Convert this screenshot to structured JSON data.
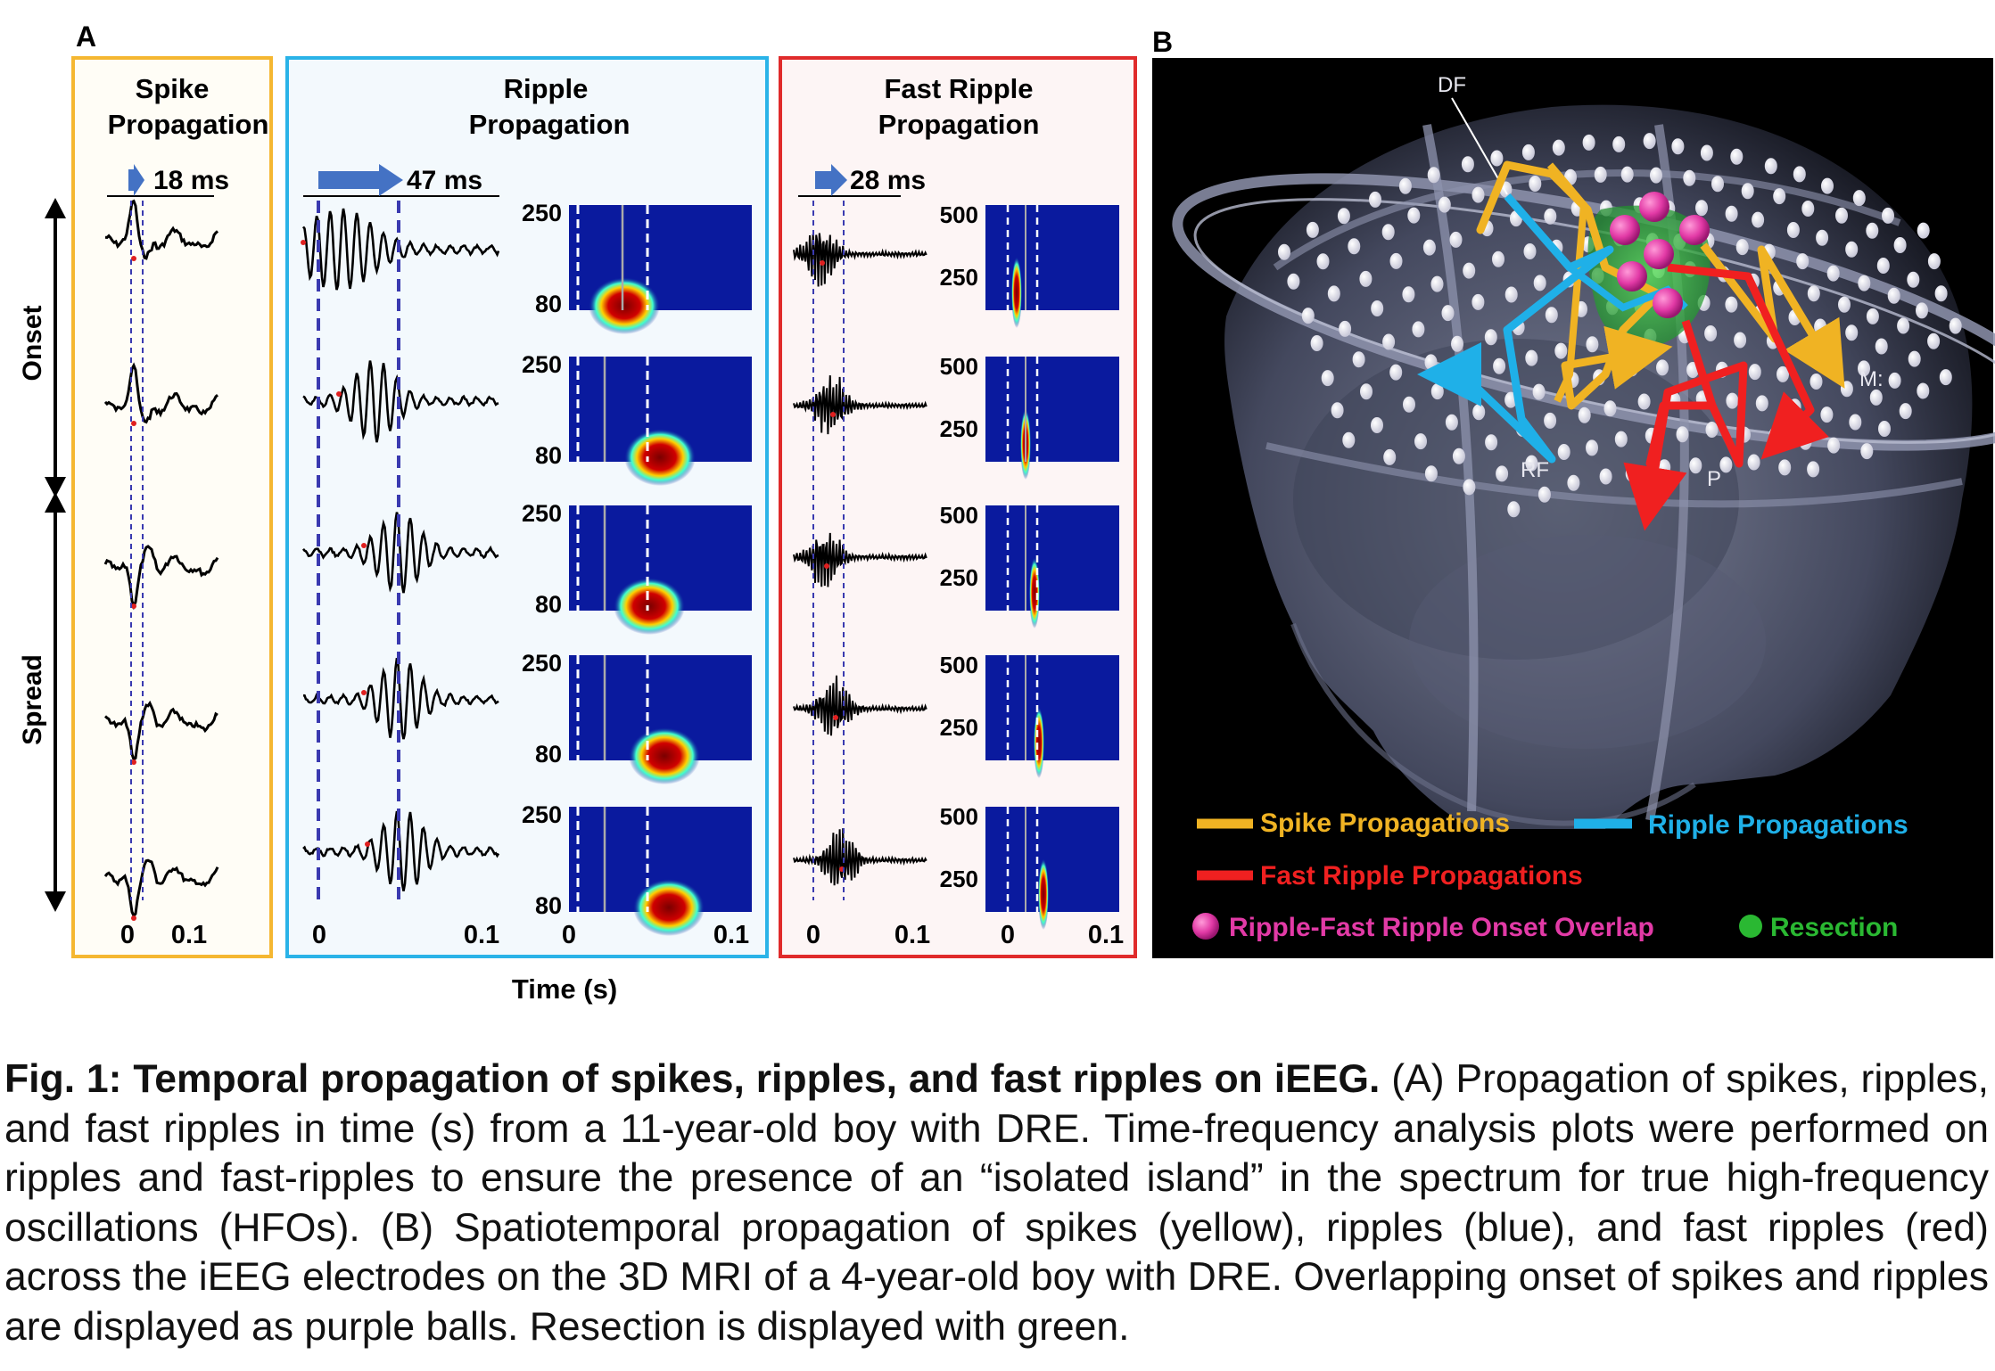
{
  "figure": {
    "panel_a_label": "A",
    "panel_b_label": "B",
    "spike_panel": {
      "title_line1": "Spike",
      "title_line2": "Propagation",
      "delay": "18 ms",
      "xticks": [
        "0",
        "0.1"
      ]
    },
    "ripple_panel": {
      "title_line1": "Ripple",
      "title_line2": "Propagation",
      "delay": "47 ms",
      "xticks": [
        "0",
        "0.1"
      ],
      "tf_xticks": [
        "0",
        "0.1"
      ],
      "freq_labels": [
        [
          "250",
          "80"
        ],
        [
          "250",
          "80"
        ],
        [
          "250",
          "80"
        ],
        [
          "250",
          "80"
        ],
        [
          "250",
          "80"
        ]
      ]
    },
    "fast_ripple_panel": {
      "title_line1": "Fast Ripple",
      "title_line2": "Propagation",
      "delay": "28 ms",
      "xticks": [
        "0",
        "0.1"
      ],
      "tf_xticks": [
        "0",
        "0.1"
      ],
      "freq_labels": [
        "500",
        "250",
        "500",
        "250",
        "500",
        "250",
        "500",
        "250",
        "500",
        "250",
        "500",
        "250"
      ]
    },
    "y_labels": {
      "onset": "Onset",
      "spread": "Spread"
    },
    "x_axis_label": "Time (s)",
    "brain": {
      "electrode_labels": [
        "DF",
        "M:",
        "RF",
        "P"
      ],
      "legend": [
        {
          "label": "Spike Propagations",
          "color": "#f0b323"
        },
        {
          "label": "Ripple Propagations",
          "color": "#1fb0e8"
        },
        {
          "label": "Fast Ripple Propagations",
          "color": "#f02020"
        },
        {
          "label": "Ripple-Fast Ripple Onset Overlap",
          "color": "#e23aa6"
        },
        {
          "label": "Resection",
          "color": "#2ab832"
        }
      ]
    },
    "colors": {
      "spike_border": "#f5b731",
      "ripple_border": "#2ab3e8",
      "fast_border": "#e02b2b",
      "dash": "#3a3ab0",
      "tf_bg": "#0a1a9e",
      "tf_hot": "#8a0000"
    }
  },
  "caption": {
    "bold": "Fig. 1: Temporal propagation of spikes, ripples, and fast ripples on iEEG.",
    "text": " (A) Propagation of spikes, ripples, and fast ripples in time (s) from a 11-year-old boy with DRE. Time-frequency analysis plots were performed on ripples and fast-ripples to ensure the presence of an “isolated island” in the spectrum for true high-frequency oscillations (HFOs). (B) Spatiotemporal propagation of spikes (yellow), ripples (blue), and fast ripples (red) across the iEEG electrodes on the 3D MRI of a 4-year-old boy with DRE. Overlapping onset of spikes and ripples are displayed as purple balls. Resection is displayed with green."
  }
}
